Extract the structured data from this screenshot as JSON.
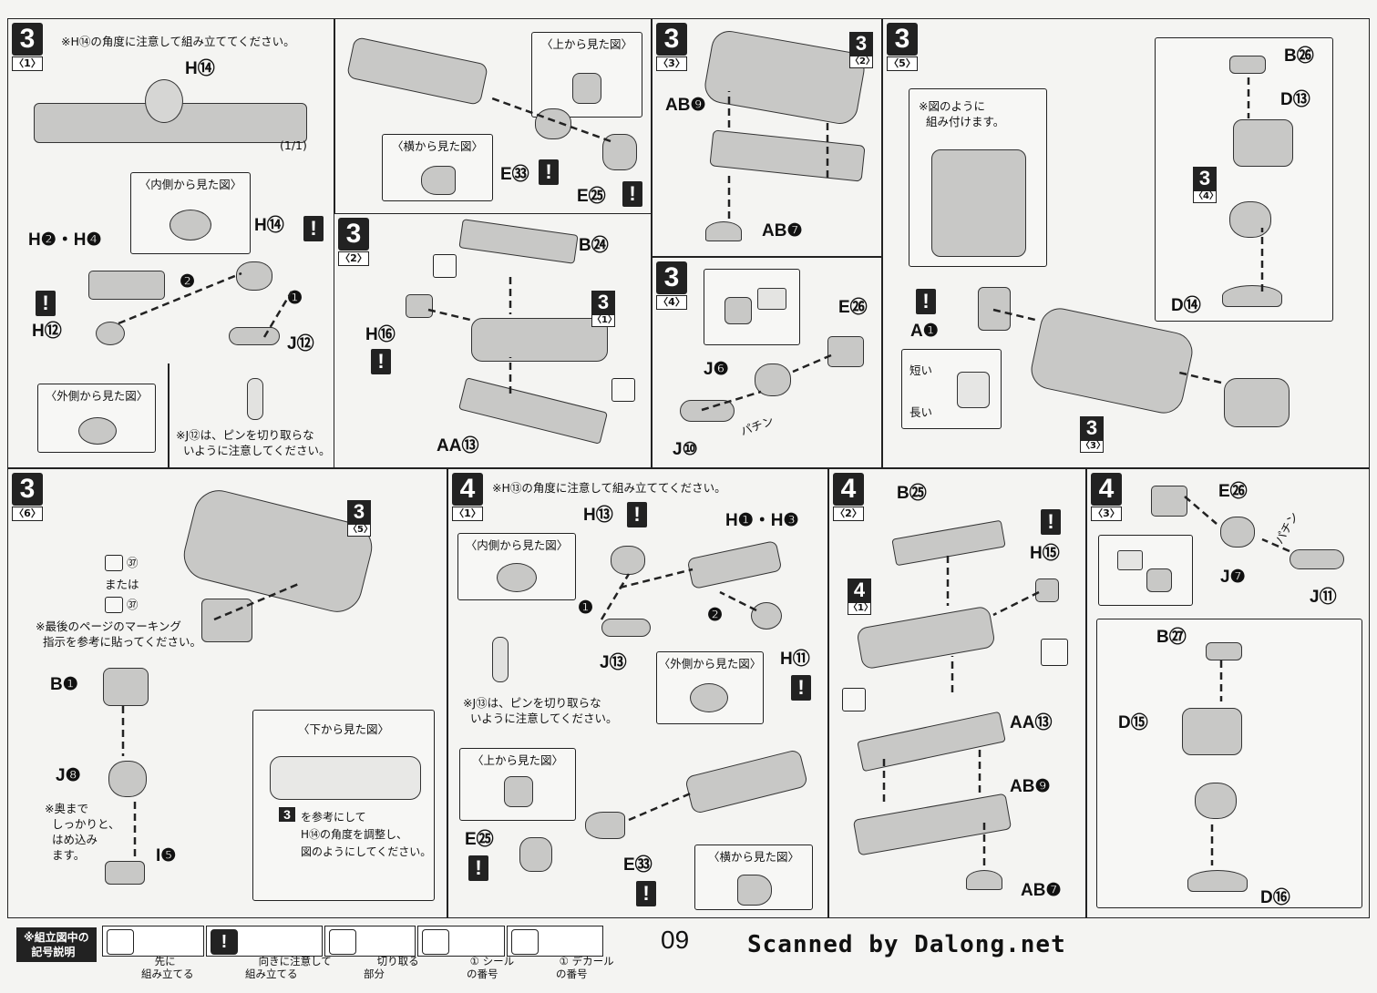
{
  "panels": {
    "p31": {
      "step": "3",
      "sub": "〈1〉",
      "note": "※H⑭の角度に注意して組み立ててください。",
      "labels": {
        "h14a": "H⑭",
        "scale": "(1/1)",
        "h2h4": "H❷・H❹",
        "h14b": "H⑭",
        "h12": "H⑫",
        "j12": "J⑫",
        "e33": "E㉝",
        "e25": "E㉕",
        "n1": "❶",
        "n2": "❷"
      },
      "views": {
        "inner": "〈内側から見た図〉",
        "outer": "〈外側から見た図〉",
        "top": "〈上から見た図〉",
        "side": "〈横から見た図〉"
      },
      "j_note": "※J⑫は、ピンを切り取らな\n  いように注意してください。"
    },
    "p32": {
      "step": "3",
      "sub": "〈2〉",
      "labels": {
        "b24": "B㉔",
        "h16": "H⑯",
        "aa13": "AA⑬",
        "ref_num": "3",
        "ref_sub": "〈1〉"
      }
    },
    "p33": {
      "step": "3",
      "sub": "〈3〉",
      "labels": {
        "ab9": "AB❾",
        "ab7": "AB❼",
        "ref_num": "3",
        "ref_sub": "〈2〉"
      }
    },
    "p34": {
      "step": "3",
      "sub": "〈4〉",
      "labels": {
        "e26": "E㉖",
        "j6": "J❻",
        "j10": "J⑩",
        "snap": "パチン"
      }
    },
    "p35": {
      "step": "3",
      "sub": "〈5〉",
      "note": "※図のように\n  組み付けます。",
      "labels": {
        "b26": "B㉖",
        "d13": "D⑬",
        "d14": "D⑭",
        "a1": "A❶",
        "short": "短い",
        "long": "長い",
        "ref_a_num": "3",
        "ref_a_sub": "〈4〉",
        "ref_b_num": "3",
        "ref_b_sub": "〈3〉"
      }
    },
    "p36": {
      "step": "3",
      "sub": "〈6〉",
      "labels": {
        "sticker": "㊲",
        "or": "または",
        "decal": "㊲",
        "b1": "B❶",
        "j8": "J❽",
        "i5": "I❺",
        "ref_num": "3",
        "ref_sub": "〈5〉"
      },
      "marking_note": "※最後のページのマーキング\n  指示を参考に貼ってください。",
      "press_note": "※奥まで\n  しっかりと、\n  はめ込み\n  ます。",
      "bottom_view": "〈下から見た図〉",
      "adjust_note": "を参考にして\nH⑭の角度を調整し、\n図のようにしてください。"
    },
    "p41": {
      "step": "4",
      "sub": "〈1〉",
      "note": "※H⑬の角度に注意して組み立ててください。",
      "labels": {
        "h13": "H⑬",
        "h1h3": "H❶・H❸",
        "j13": "J⑬",
        "h11": "H⑪",
        "e25": "E㉕",
        "e33": "E㉝",
        "n1": "❶",
        "n2": "❷"
      },
      "views": {
        "inner": "〈内側から見た図〉",
        "outer": "〈外側から見た図〉",
        "top": "〈上から見た図〉",
        "side": "〈横から見た図〉"
      },
      "j_note": "※J⑬は、ピンを切り取らな\n  いように注意してください。"
    },
    "p42": {
      "step": "4",
      "sub": "〈2〉",
      "labels": {
        "b25": "B㉕",
        "h15": "H⑮",
        "aa13": "AA⑬",
        "ab9": "AB❾",
        "ab7": "AB❼",
        "ref_num": "4",
        "ref_sub": "〈1〉"
      }
    },
    "p43": {
      "step": "4",
      "sub": "〈3〉",
      "labels": {
        "e26": "E㉖",
        "j7": "J❼",
        "j11": "J⑪",
        "b27": "B㉗",
        "d15": "D⑮",
        "d16": "D⑯",
        "snap": "パチン"
      }
    }
  },
  "legend": {
    "title": "※組立図中の\n  記号説明",
    "items": [
      {
        "text": "先に\n組み立てる",
        "icon": "pre-assemble-icon"
      },
      {
        "text": "向きに注意して\n組み立てる",
        "icon": "caution-icon"
      },
      {
        "text": "切り取る\n部分",
        "icon": "nipper-icon"
      },
      {
        "text": "① シール\n   の番号",
        "icon": "sticker-icon"
      },
      {
        "text": "① デカール\n   の番号",
        "icon": "decal-icon"
      }
    ]
  },
  "page_number": "09",
  "credit": "Scanned by Dalong.net"
}
